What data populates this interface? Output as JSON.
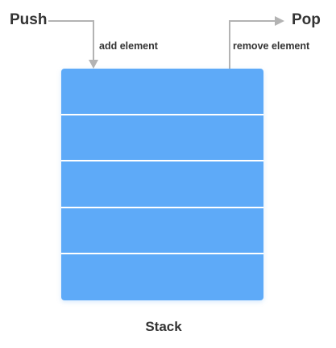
{
  "diagram": {
    "push_label": "Push",
    "pop_label": "Pop",
    "add_label": "add element",
    "remove_label": "remove element",
    "stack_label": "Stack",
    "slot_count": 5,
    "colors": {
      "stack_fill": "#5eaaf8",
      "arrow": "#b3b3b3",
      "text": "#333333"
    }
  }
}
